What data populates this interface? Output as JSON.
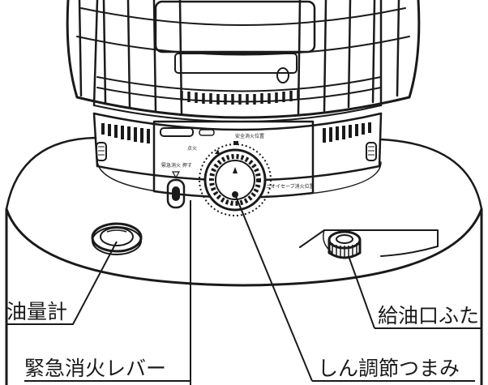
{
  "callouts": {
    "oil_gauge": "油量計",
    "fuel_cap": "給油口ふた",
    "emergency_lever": "緊急消火レバー",
    "wick_knob": "しん調節つまみ"
  },
  "panel_text": {
    "emergency_push": "緊急消火 押す",
    "ignition": "点火",
    "safety_top": "安全消火位置",
    "safety_right": "ニオイセーブ消火位置"
  }
}
